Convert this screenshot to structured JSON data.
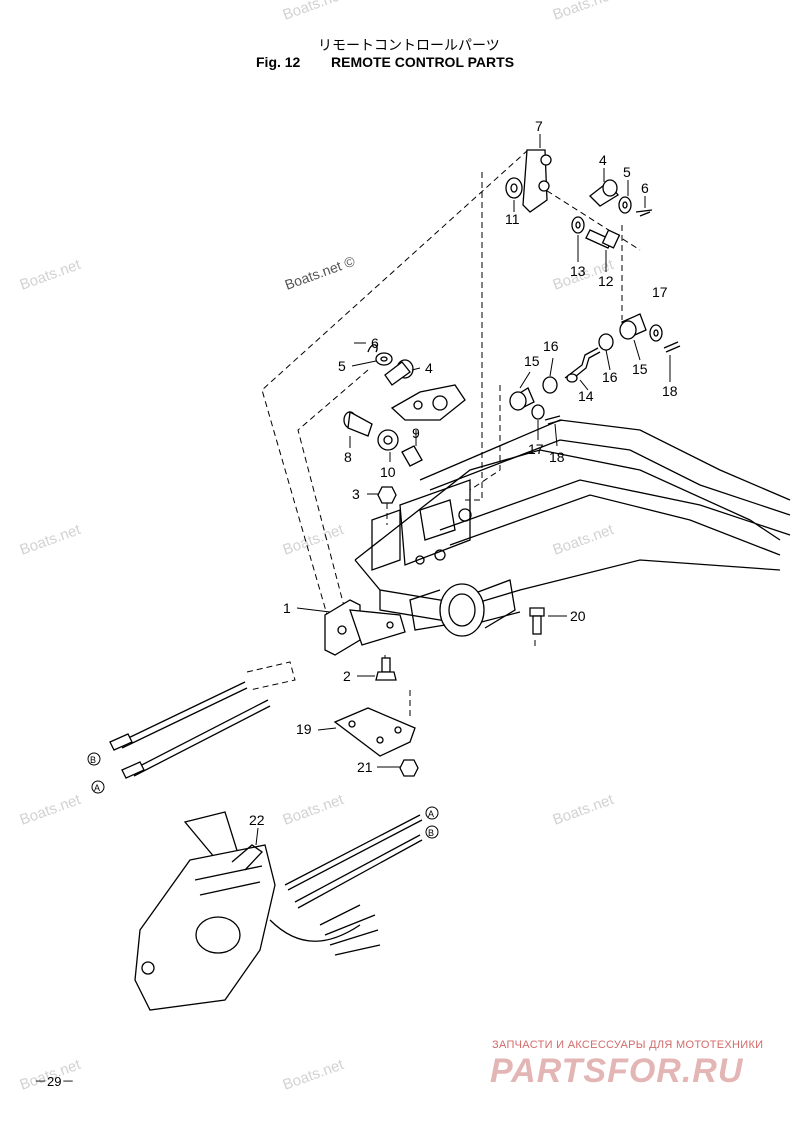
{
  "figure": {
    "title_jp": "リモートコントロールパーツ",
    "fig_number": "Fig. 12",
    "title_en": "REMOTE CONTROL PARTS"
  },
  "watermarks": {
    "text": "Boats.net",
    "copyright_text": "Boats.net ©"
  },
  "callouts": {
    "c1": "1",
    "c2": "2",
    "c3": "3",
    "c4a": "4",
    "c4b": "4",
    "c5a": "5",
    "c5b": "5",
    "c6a": "6",
    "c6b": "6",
    "c7": "7",
    "c8": "8",
    "c9": "9",
    "c10": "10",
    "c11": "11",
    "c12": "12",
    "c13": "13",
    "c14": "14",
    "c15a": "15",
    "c15b": "15",
    "c16a": "16",
    "c16b": "16",
    "c17a": "17",
    "c17b": "17",
    "c18a": "18",
    "c18b": "18",
    "c19": "19",
    "c20": "20",
    "c21": "21",
    "c22": "22"
  },
  "cable_markers": {
    "a": "A",
    "b": "B"
  },
  "footer": {
    "page_number": "－29－",
    "shop_tagline": "ЗАПЧАСТИ И АКСЕССУАРЫ ДЛЯ МОТОТЕХНИКИ",
    "shop_logo": "PARTSFOR.RU"
  }
}
